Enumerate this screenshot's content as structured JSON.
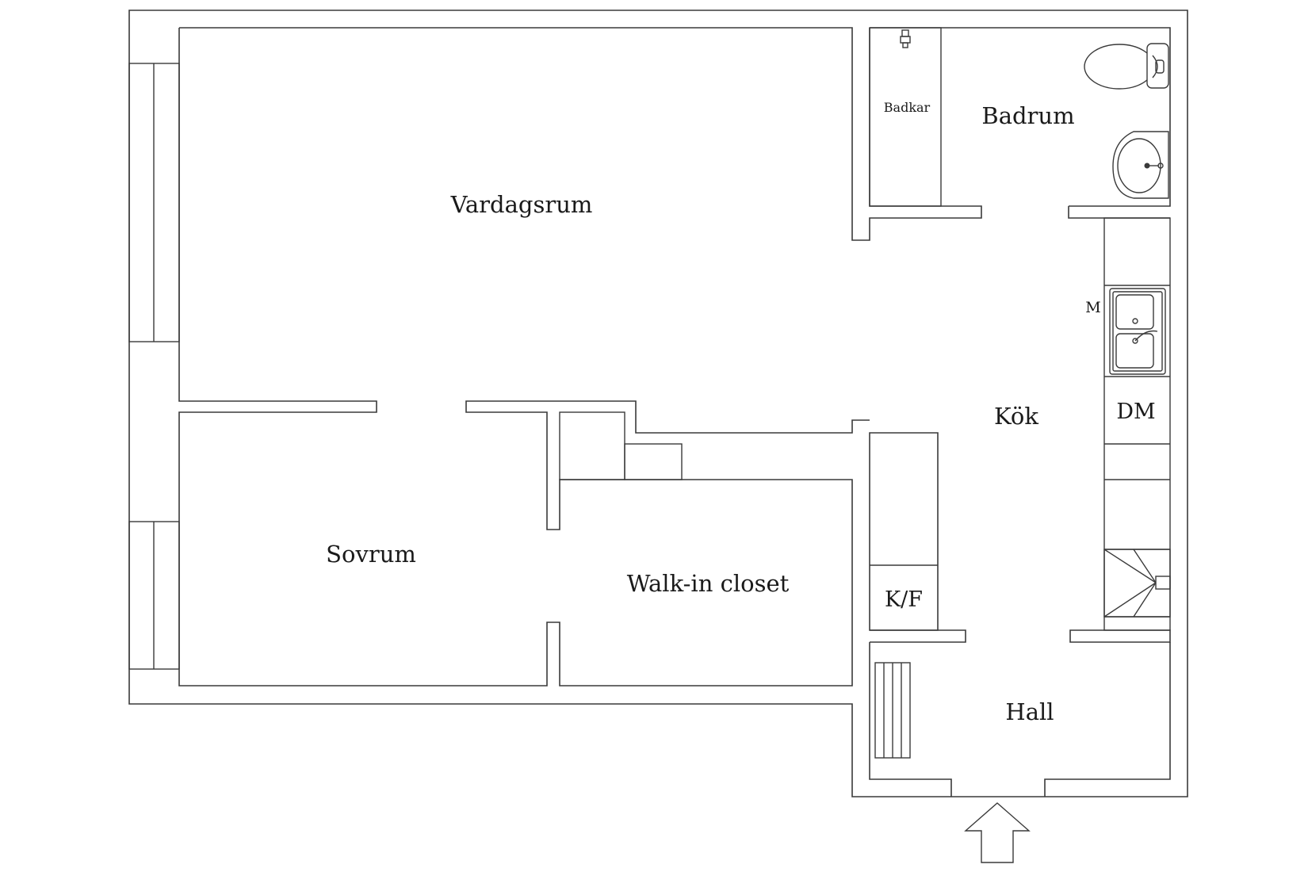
{
  "rooms": {
    "vardagsrum": "Vardagsrum",
    "badrum": "Badrum",
    "badkar": "Badkar",
    "kok": "Kök",
    "sovrum": "Sovrum",
    "walk_in_closet": "Walk-in closet",
    "hall": "Hall"
  },
  "appliances": {
    "microwave": "M",
    "dishwasher": "DM",
    "fridge_freezer": "K/F"
  },
  "icons": {
    "toilet": "toilet-icon",
    "washbasin": "washbasin-icon",
    "shower": "shower-head-icon",
    "sink": "double-sink-icon",
    "stove": "stove-icon",
    "radiator": "radiator-icon",
    "entrance": "entrance-arrow-icon"
  },
  "colors": {
    "line": "#3a3a3a",
    "background": "#ffffff",
    "text": "#1a1a1a"
  }
}
